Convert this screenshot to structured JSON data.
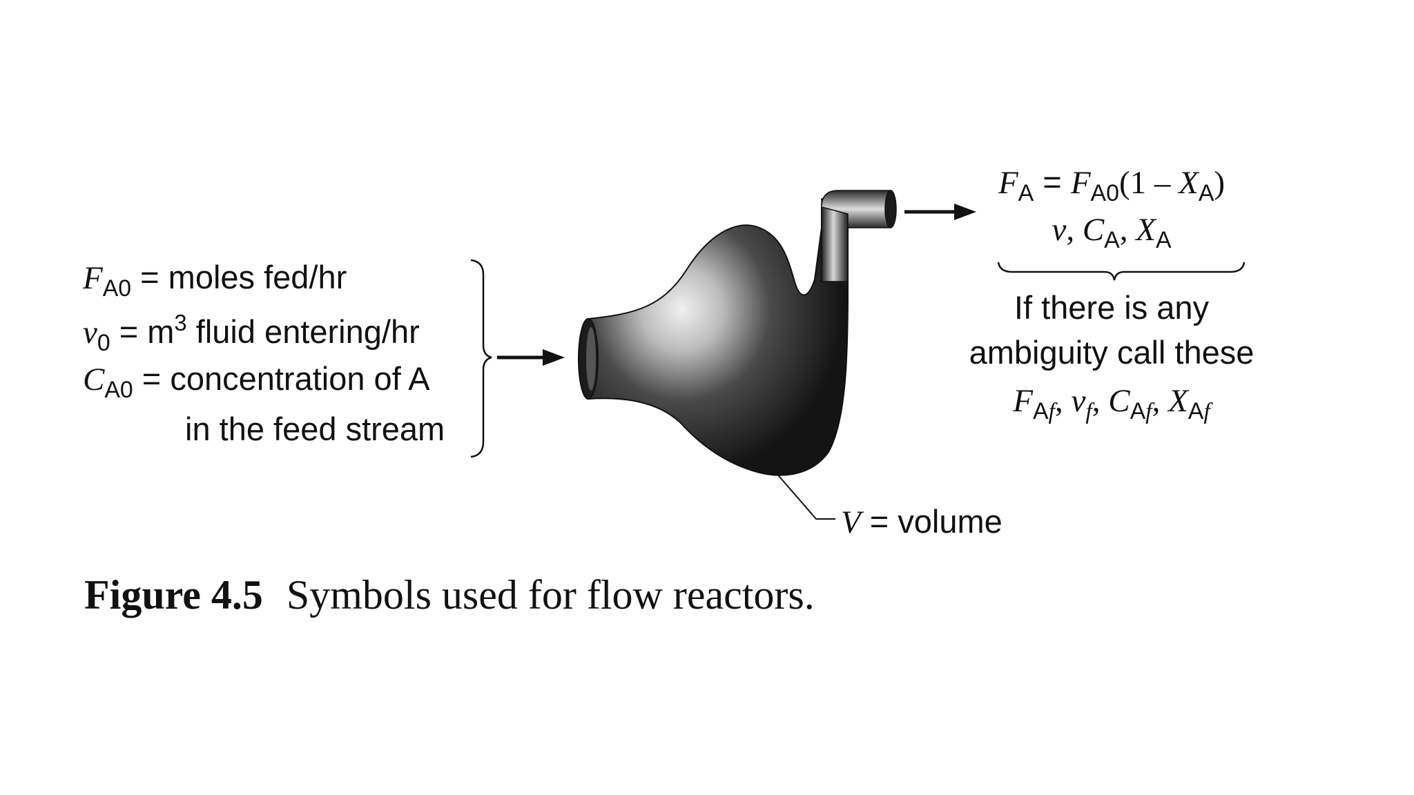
{
  "left_definitions": {
    "fa0": {
      "symbol": "F",
      "sub": "A0",
      "text": " = moles fed/hr"
    },
    "v0": {
      "symbol": "v",
      "sub": "0",
      "text_before_sup": " = m",
      "sup": "3",
      "text_after_sup": " fluid entering/hr"
    },
    "ca0": {
      "symbol": "C",
      "sub": "A0",
      "text": " = concentration of A"
    },
    "ca0_cont": "in the feed stream"
  },
  "outlet": {
    "line1": {
      "s1": "F",
      "s1_sub": "A",
      "eq": " = ",
      "s2": "F",
      "s2_sub": "A0",
      "paren_open": "(1 – ",
      "s3": "X",
      "s3_sub": "A",
      "paren_close": ")"
    },
    "line2": {
      "v": "v",
      "comma1": ", ",
      "c": "C",
      "c_sub": "A",
      "comma2": ", ",
      "x": "X",
      "x_sub": "A"
    },
    "ambiguity_line1": "If there is any",
    "ambiguity_line2": "ambiguity call these",
    "ambiguity_vars": {
      "f": "F",
      "f_sub": "A",
      "f_subf": "f",
      "sep1": ", ",
      "v": "v",
      "v_subf": "f",
      "sep2": ", ",
      "c": "C",
      "c_sub": "A",
      "c_subf": "f",
      "sep3": ", ",
      "x": "X",
      "x_sub": "A",
      "x_subf": "f"
    }
  },
  "volume_label": {
    "symbol": "V",
    "text": " = volume"
  },
  "caption": {
    "bold": "Figure 4.5",
    "text": "Symbols used for flow reactors."
  },
  "colors": {
    "ink": "#111111",
    "reactor_dark": "#1a1a1a",
    "reactor_highlight": "#e8e8e8"
  }
}
